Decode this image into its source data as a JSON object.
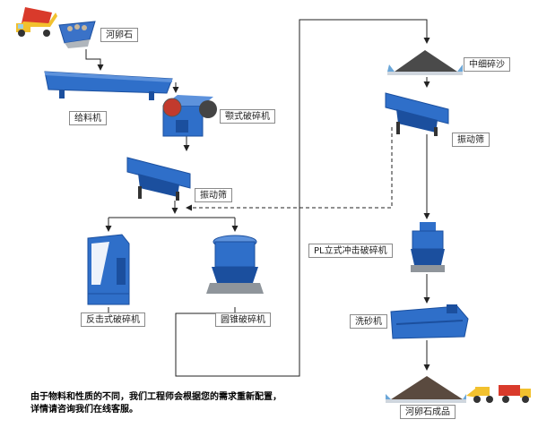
{
  "labels": {
    "cobble": "河卵石",
    "feeder": "给料机",
    "jaw_crusher": "颚式破碎机",
    "screen_1": "振动筛",
    "impact_crusher": "反击式破碎机",
    "cone_crusher": "圆锥破碎机",
    "fine_sand": "中细碎沙",
    "screen_2": "振动筛",
    "pl_crusher": "PL立式冲击破碎机",
    "sand_washer": "洗砂机",
    "product": "河卵石成品"
  },
  "note": {
    "line1": "由于物料和性质的不同，我们工程师会根据您的需求重新配置，",
    "line2": "详情请咨询我们在线客服。"
  },
  "colors": {
    "machine_blue": "#2f6fc9",
    "machine_dark": "#1b4f9e",
    "line": "#222222",
    "truck_yellow": "#f2c12e",
    "truck_red": "#d93a2b"
  }
}
